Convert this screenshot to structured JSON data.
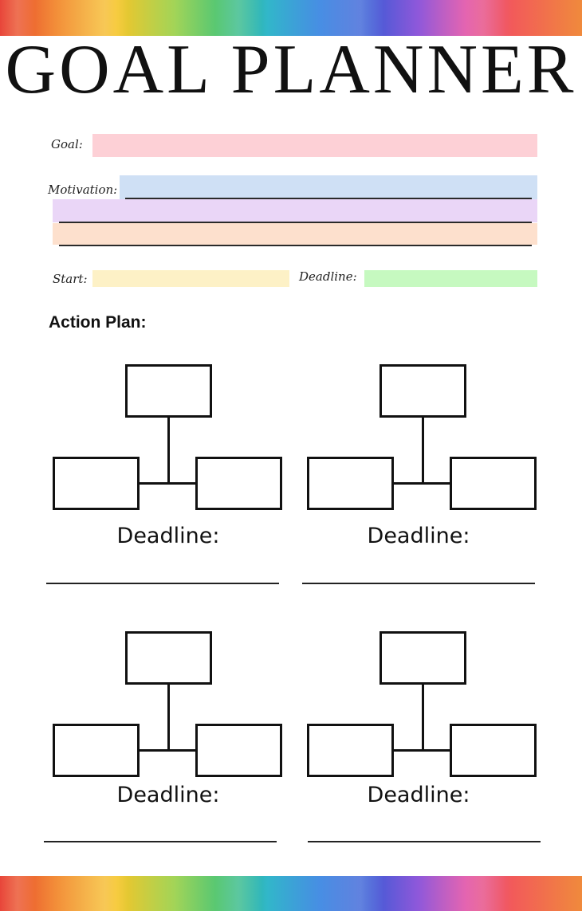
{
  "title": "GOAL PLANNER",
  "fields": {
    "goal_label": "Goal:",
    "motivation_label": "Motivation:",
    "start_label": "Start:",
    "deadline_label": "Deadline:"
  },
  "colors": {
    "goal": "#fdd0d6",
    "motivation_1": "#cfe0f5",
    "motivation_2": "#ead6f7",
    "motivation_3": "#fde0cd",
    "start": "#fdf1c6",
    "deadline": "#c6f9c0"
  },
  "action_plan": {
    "heading": "Action Plan:",
    "blocks": [
      {
        "deadline_label": "Deadline:"
      },
      {
        "deadline_label": "Deadline:"
      },
      {
        "deadline_label": "Deadline:"
      },
      {
        "deadline_label": "Deadline:"
      }
    ]
  }
}
